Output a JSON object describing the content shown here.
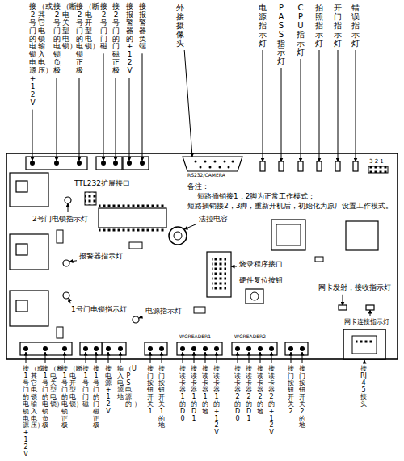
{
  "diagram": {
    "labels": [
      "接2号门的电锁电源+12V",
      "（或其它电锁输入电压）",
      "接2号门的电锁负极",
      "（断电关型电锁）",
      "接2号门的电锁正极",
      "（断电开型电锁）",
      "接2号门门磁",
      "接2号门的门磁正极",
      "接报警器的+12V",
      "接报警器负端",
      "外接摄像头",
      "电源指示灯",
      "PASS指示灯",
      "CPU指示灯",
      "拍照指示灯",
      "开门指示灯",
      "错误指示灯",
      "接1号门的电锁电源+12V",
      "（或其它电锁输入电压）",
      "接1号门的电锁负极",
      "（断电关型电锁）",
      "接1号门的电锁正极",
      "（断电开型电锁）",
      "接1号门门磁",
      "接1号门的门磁正极",
      "接电源+12V",
      "输入电源地",
      "（UPS电源的-）",
      "接门按钮开关1",
      "接门按钮开关1的地",
      "接读卡器1的D0",
      "接读卡器1的D1",
      "接读卡器1的地",
      "接读卡器1的+12V",
      "接读卡器2的D0",
      "接读卡器2的D1",
      "接读卡器2的地",
      "接读卡器2的+12V",
      "接门按钮开关2",
      "接门按钮开关2的地",
      "接RJ45接头",
      "TTL232扩展接口",
      "2号门电锁指示灯",
      "报警器指示灯",
      "1号门电锁指示灯",
      "电源指示灯",
      "法拉电容",
      "烧录程序接口",
      "硬件复位按钮",
      "网卡发射，接收指示灯",
      "网卡连接指示灯",
      "备注：",
      "短路插销接1，2脚为正常工作模式；",
      "短路插销接2，3脚，重新开机后，初始化为原厂设置工作模式。",
      "RS232/CAMERA",
      "3 2 1",
      "WGREADER1",
      "WGREADER2"
    ]
  }
}
